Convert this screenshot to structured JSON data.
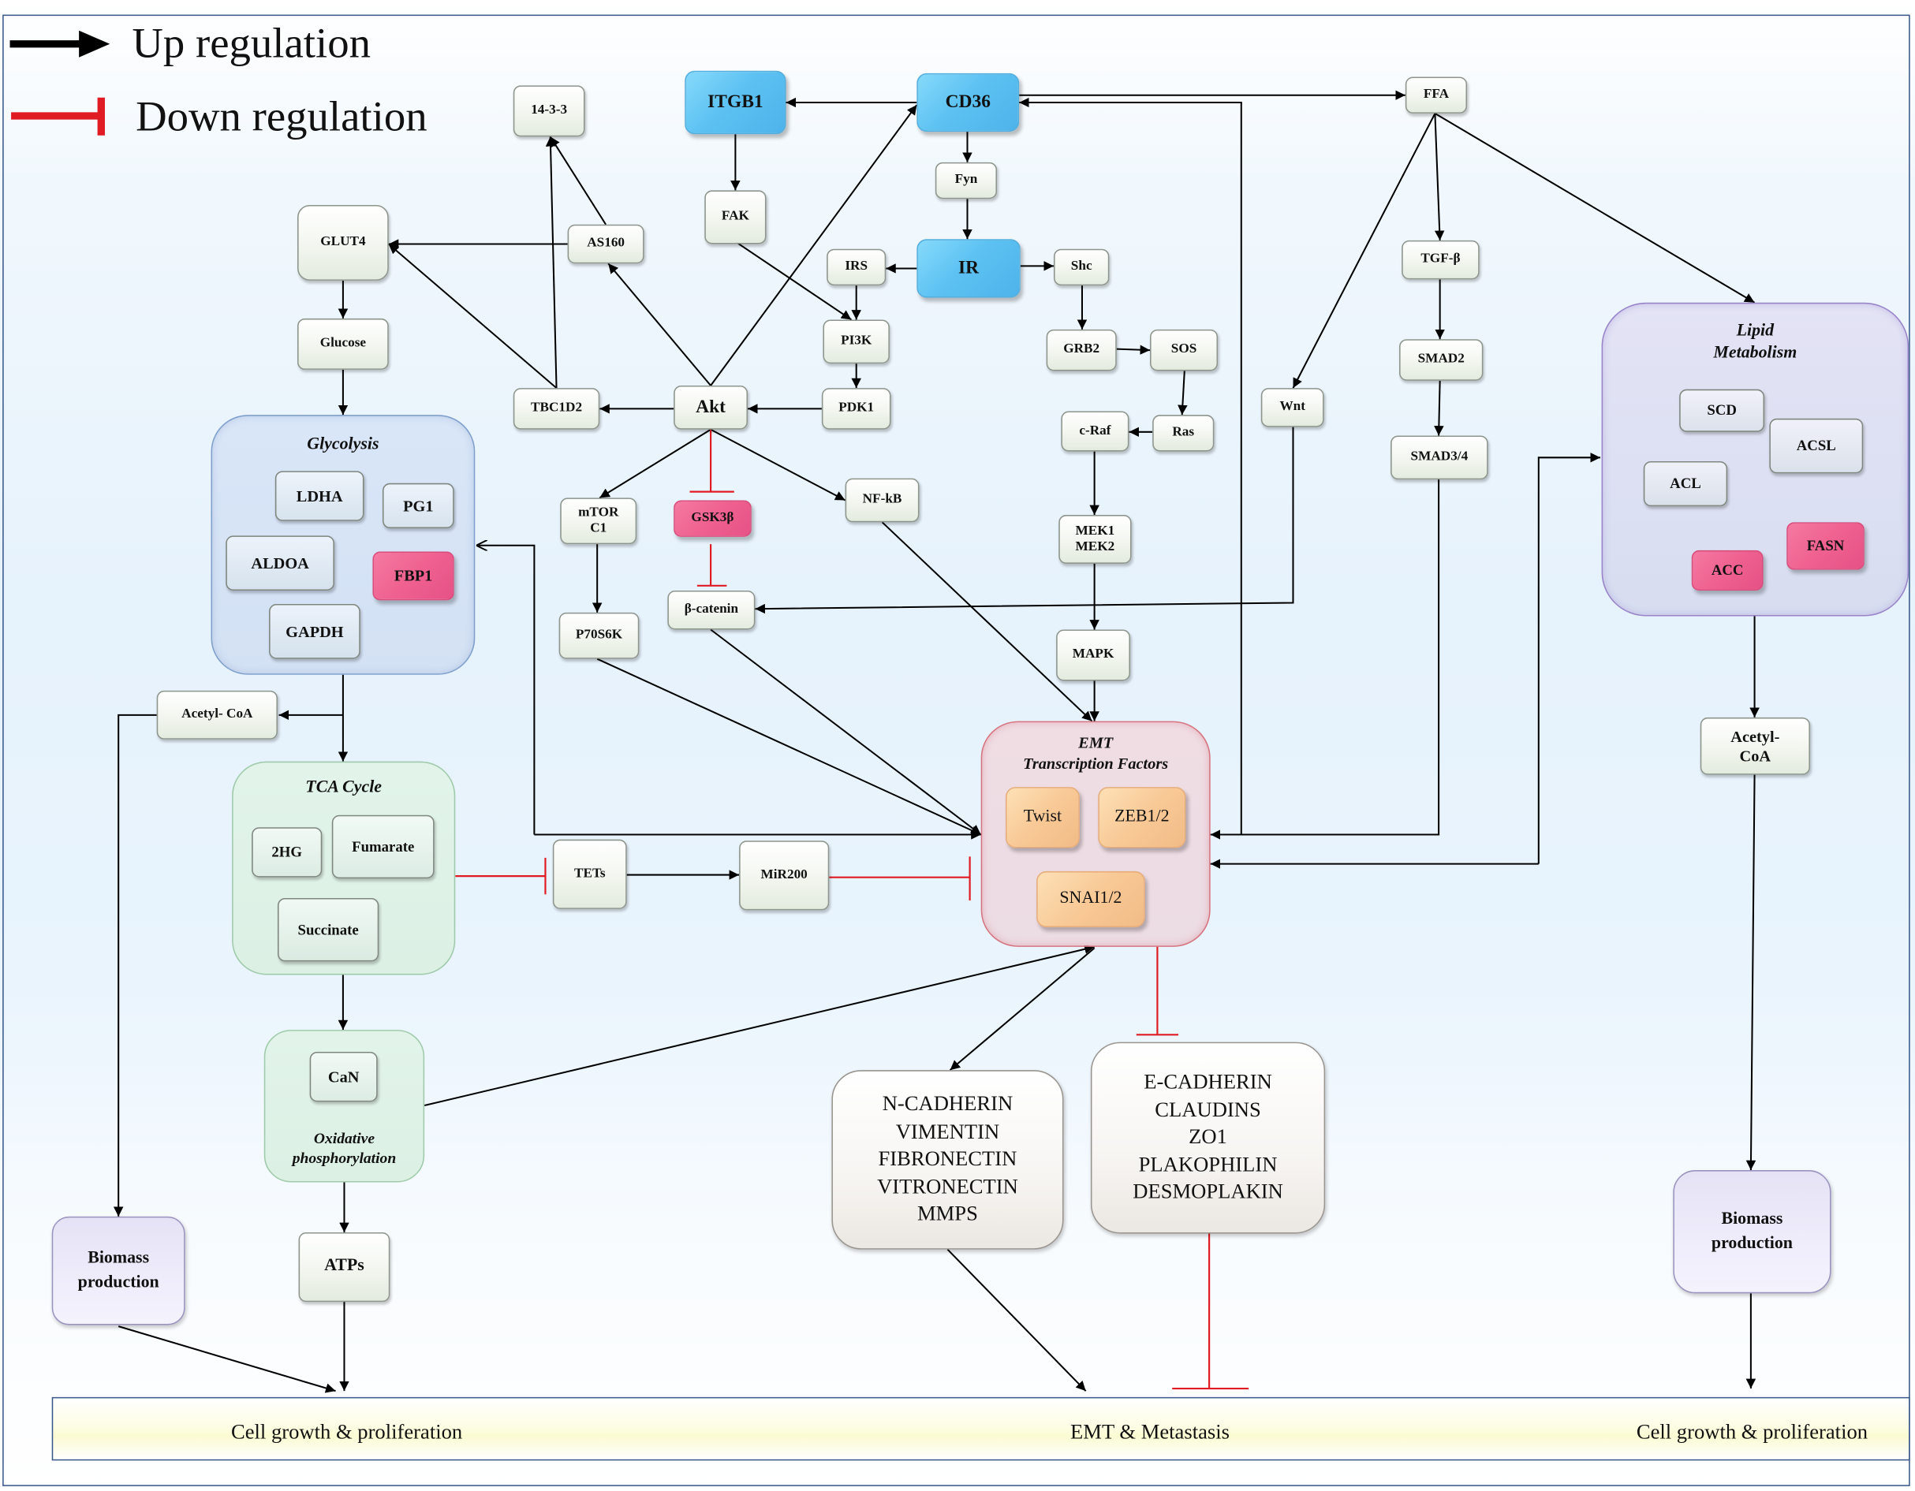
{
  "legend": {
    "up": "Up regulation",
    "down": "Down regulation"
  },
  "colors": {
    "up_regulation": "#000000",
    "down_regulation": "#e01b24",
    "receptor_blue": "#5cc3f2",
    "highlight_pink": "#ef6190",
    "emt_factor_orange": "#f8c996",
    "frame_border": "#3b5a8c"
  },
  "nodes": {
    "n14_3_3": "14-3-3",
    "itgb1": "ITGB1",
    "cd36": "CD36",
    "ffa": "FFA",
    "fak": "FAK",
    "fyn": "Fyn",
    "glut4": "GLUT4",
    "as160": "AS160",
    "irs": "IRS",
    "ir": "IR",
    "shc": "Shc",
    "tgfb": "TGF-β",
    "glucose": "Glucose",
    "pi3k": "PI3K",
    "grb2": "GRB2",
    "sos": "SOS",
    "smad2": "SMAD2",
    "tbc1d2": "TBC1D2",
    "akt": "Akt",
    "pdk1": "PDK1",
    "craf": "c-Raf",
    "ras": "Ras",
    "wnt": "Wnt",
    "smad34": "SMAD3/4",
    "mtorc1": "mTOR\nC1",
    "gsk3b": "GSK3β",
    "nfkb": "NF-kB",
    "mek": "MEK1\nMEK2",
    "bcatenin": "β-catenin",
    "p70s6k": "P70S6K",
    "mapk": "MAPK",
    "acetylcoa_left": "Acetyl- CoA",
    "tets": "TETs",
    "mir200": "MiR200",
    "atps": "ATPs",
    "acetylcoa_right": "Acetyl-\nCoA"
  },
  "containers": {
    "glycolysis": {
      "title": "Glycolysis",
      "items": {
        "ldha": "LDHA",
        "pg1": "PG1",
        "aldoa": "ALDOA",
        "fbp1": "FBP1",
        "gapdh": "GAPDH"
      }
    },
    "tca": {
      "title": "TCA Cycle",
      "items": {
        "hg2": "2HG",
        "fumarate": "Fumarate",
        "succinate": "Succinate"
      }
    },
    "oxphos": {
      "title": "Oxidative\nphosphorylation",
      "items": {
        "can": "CaN"
      }
    },
    "lipid": {
      "title": "Lipid\nMetabolism",
      "items": {
        "scd": "SCD",
        "acsl": "ACSL",
        "acl": "ACL",
        "acc": "ACC",
        "fasn": "FASN"
      }
    },
    "emt": {
      "title": "EMT\nTranscription Factors",
      "items": {
        "twist": "Twist",
        "zeb": "ZEB1/2",
        "snai": "SNAI1/2"
      }
    }
  },
  "outputs": {
    "mesenchymal_markers": "N-CADHERIN\nVIMENTIN\nFIBRONECTIN\nVITRONECTIN\nMMPS",
    "epithelial_markers": "E-CADHERIN\nCLAUDINS\nZO1\nPLAKOPHILIN\nDESMOPLAKIN",
    "biomass_left": "Biomass\nproduction",
    "biomass_right": "Biomass\nproduction"
  },
  "bottom": {
    "left": "Cell growth & proliferation",
    "center": "EMT & Metastasis",
    "right": "Cell growth & proliferation"
  }
}
